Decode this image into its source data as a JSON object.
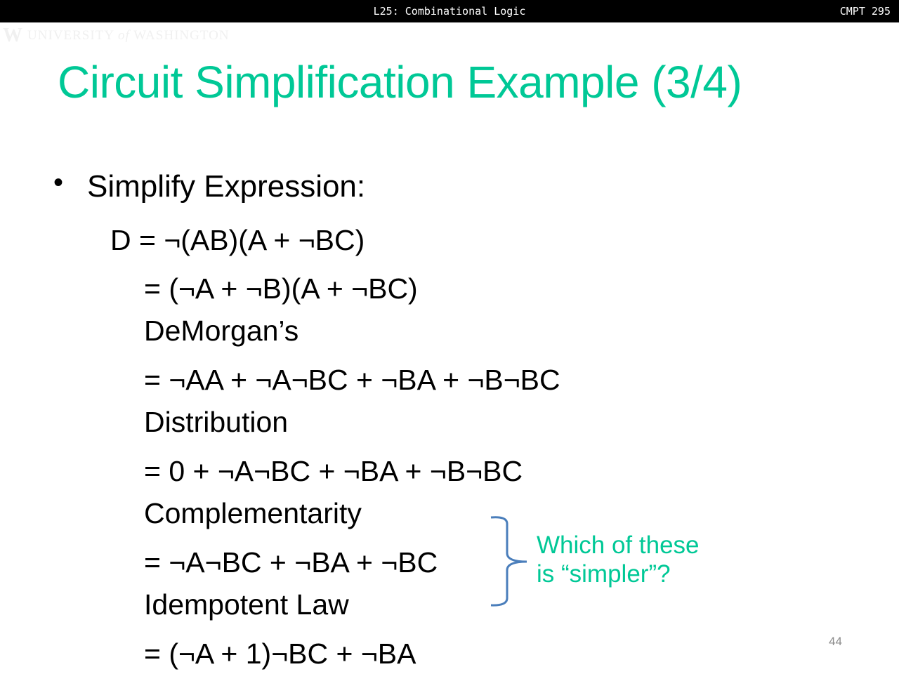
{
  "header": {
    "lecture": "L25:  Combinational Logic",
    "course": "CMPT 295"
  },
  "logo": {
    "text": "UNIVERSITY of WASHINGTON"
  },
  "slide": {
    "title": "Circuit Simplification Example (3/4)",
    "bullet": "Simplify Expression:",
    "lines": [
      "D  = ¬(AB)(A + ¬BC)",
      "= (¬A + ¬B)(A + ¬BC)",
      "DeMorgan’s",
      "= ¬AA + ¬A¬BC + ¬BA + ¬B¬BC",
      "Distribution",
      "= 0 + ¬A¬BC + ¬BA + ¬B¬BC",
      "Complementarity",
      "= ¬A¬BC + ¬BA + ¬BC",
      "Idempotent Law",
      "= (¬A + 1)¬BC + ¬BA"
    ],
    "note_line1": "Which of these",
    "note_line2": "is “simpler”?",
    "page_number": "44"
  },
  "colors": {
    "accent": "#00c896",
    "brace": "#4a7ebb"
  }
}
